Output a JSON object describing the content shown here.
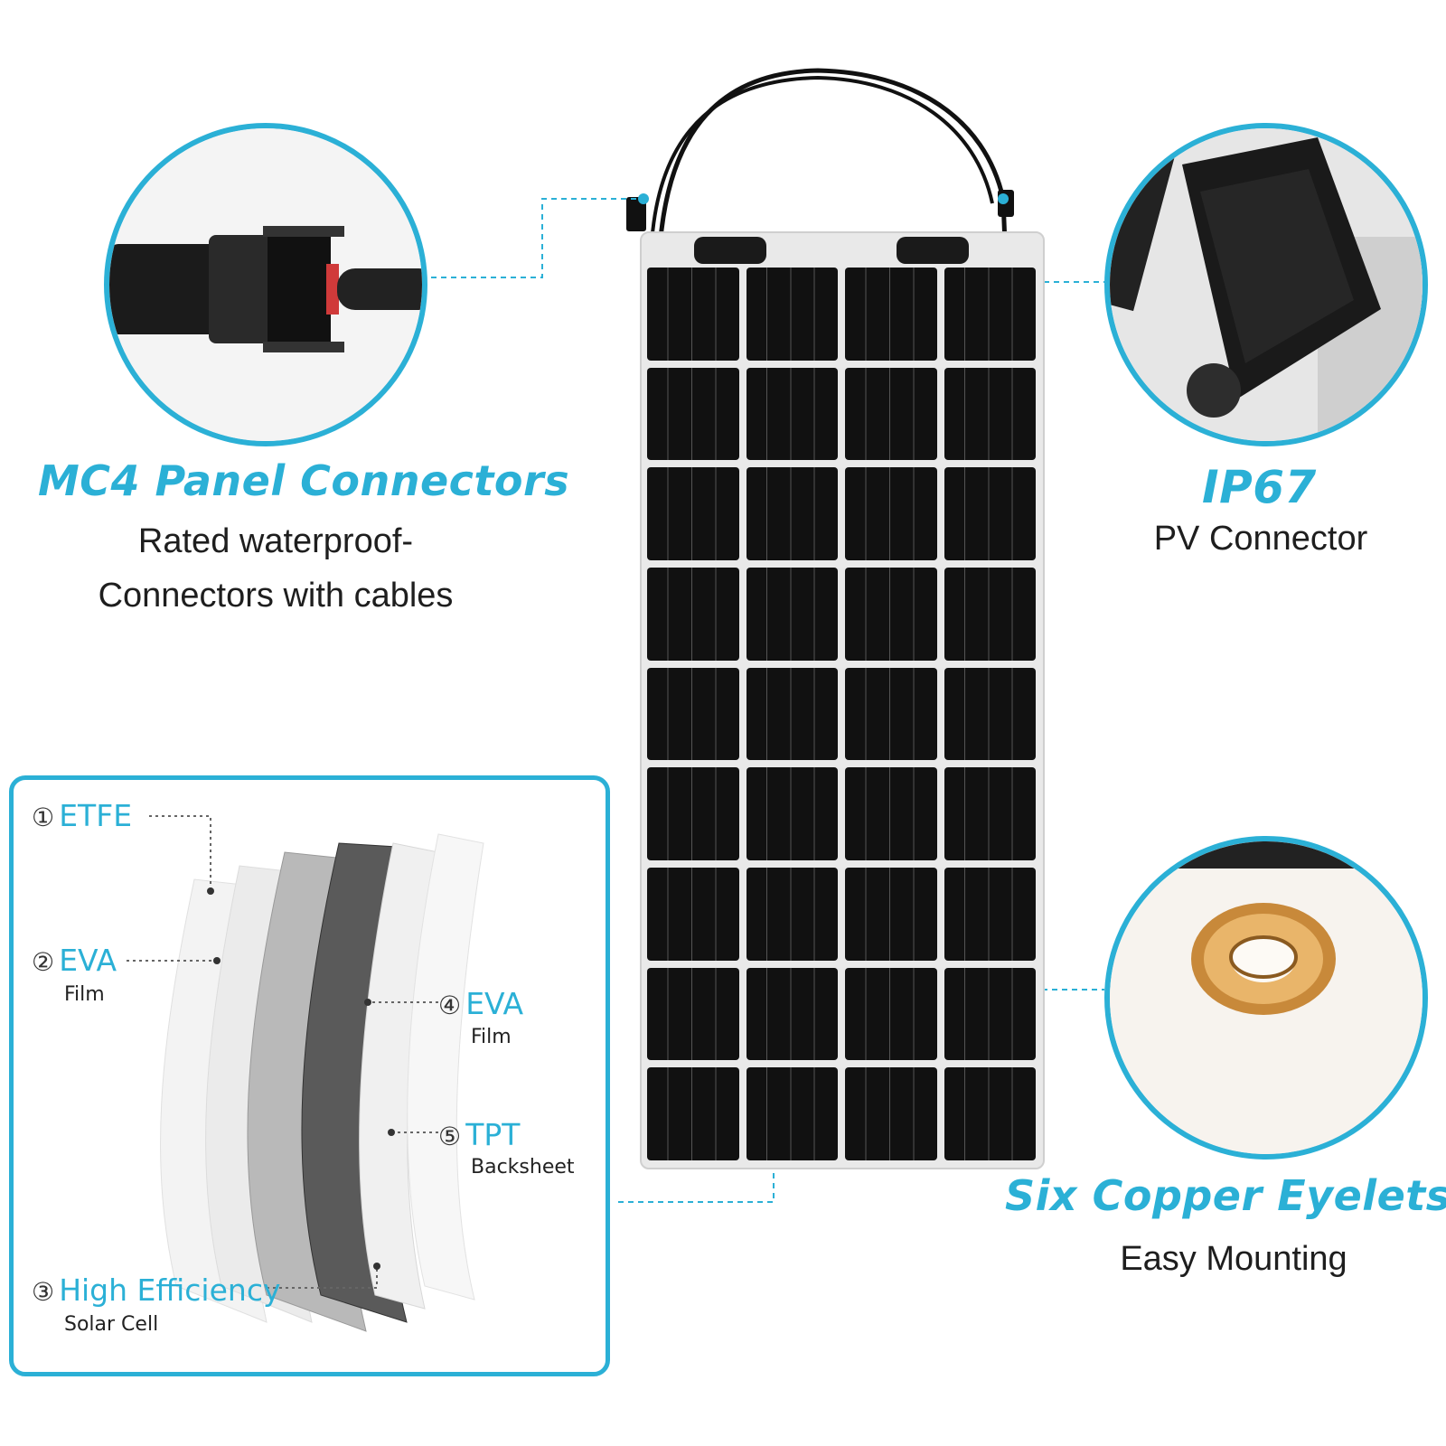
{
  "callouts": {
    "mc4": {
      "title": "MC4 Panel Connectors",
      "line1": "Rated waterproof-",
      "line2": "Connectors with cables"
    },
    "ip67": {
      "title": "IP67",
      "subtitle": "PV Connector"
    },
    "eyelets": {
      "title": "Six Copper Eyelets",
      "subtitle": "Easy Mounting"
    }
  },
  "layers": [
    {
      "num": "①",
      "name": "ETFE",
      "desc": ""
    },
    {
      "num": "②",
      "name": "EVA",
      "desc": "Film"
    },
    {
      "num": "③",
      "name": "High Efficiency",
      "desc": "Solar Cell"
    },
    {
      "num": "④",
      "name": "EVA",
      "desc": "Film"
    },
    {
      "num": "⑤",
      "name": "TPT",
      "desc": "Backsheet"
    }
  ],
  "colors": {
    "accent": "#2bb0d6",
    "cell": "#111111",
    "panel_border": "#e9e9e9"
  },
  "icons": {
    "mc4_zoom": "mc4-connector-icon",
    "ip67_zoom": "junction-box-icon",
    "eyelet_zoom": "copper-eyelet-icon"
  }
}
